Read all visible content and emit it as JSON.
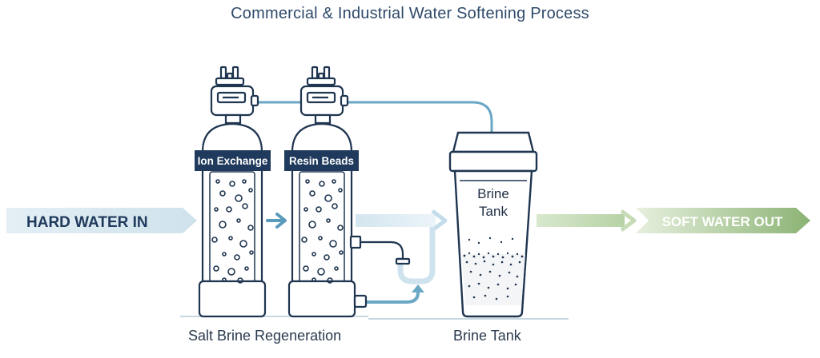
{
  "title": "Commercial & Industrial Water Softening Process",
  "labels": {
    "hard_water_in": "HARD WATER IN",
    "soft_water_out": "SOFT WATER OUT",
    "ion_exchange": "Ion Exchange",
    "resin_beads": "Resin Beads",
    "brine_tank_line1": "Brine",
    "brine_tank_line2": "Tank"
  },
  "captions": {
    "left": "Salt Brine Regeneration",
    "right": "Brine Tank"
  },
  "colors": {
    "outline": "#1f3550",
    "label_bg": "#1f3a5c",
    "flow_light": "#d6e8f1",
    "pipe_blue": "#6aa7c5",
    "soft_green": "#7ea868",
    "hard_text": "#1f3a5c"
  }
}
